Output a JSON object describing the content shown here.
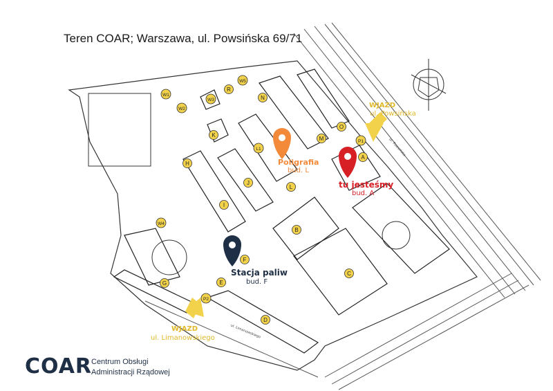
{
  "title": "Teren COAR; Warszawa, ul. Powsińska 69/71",
  "colors": {
    "yellow": "#f2d24b",
    "orange": "#f28a3a",
    "red": "#d71f26",
    "navy": "#1f2f45"
  },
  "markers": [
    {
      "label": "Poligrafia",
      "sub": "bud. L",
      "color": "#f28a3a"
    },
    {
      "label": "tu jesteśmy",
      "sub": "bud. A",
      "color": "#d71f26"
    },
    {
      "label": "Stacja paliw",
      "sub": "bud. F",
      "color": "#1f2f45"
    }
  ],
  "entrances": [
    {
      "label": "WJAZD",
      "street": "ul. Powsińska"
    },
    {
      "label": "WJAZD",
      "street": "ul. Limanowskiego"
    }
  ],
  "buildings": [
    "W1",
    "W2",
    "W3",
    "W5",
    "R",
    "N",
    "K",
    "H",
    "L1",
    "M",
    "O",
    "P1",
    "A",
    "J",
    "L",
    "I",
    "W4",
    "B",
    "F",
    "G",
    "E",
    "P2",
    "C",
    "D"
  ],
  "streets": [
    "ul. Powsińska",
    "ul. Limanowskiego"
  ],
  "logo": "COAR",
  "org_lines": [
    "Centrum Obsługi",
    "Administracji Rządowej"
  ]
}
